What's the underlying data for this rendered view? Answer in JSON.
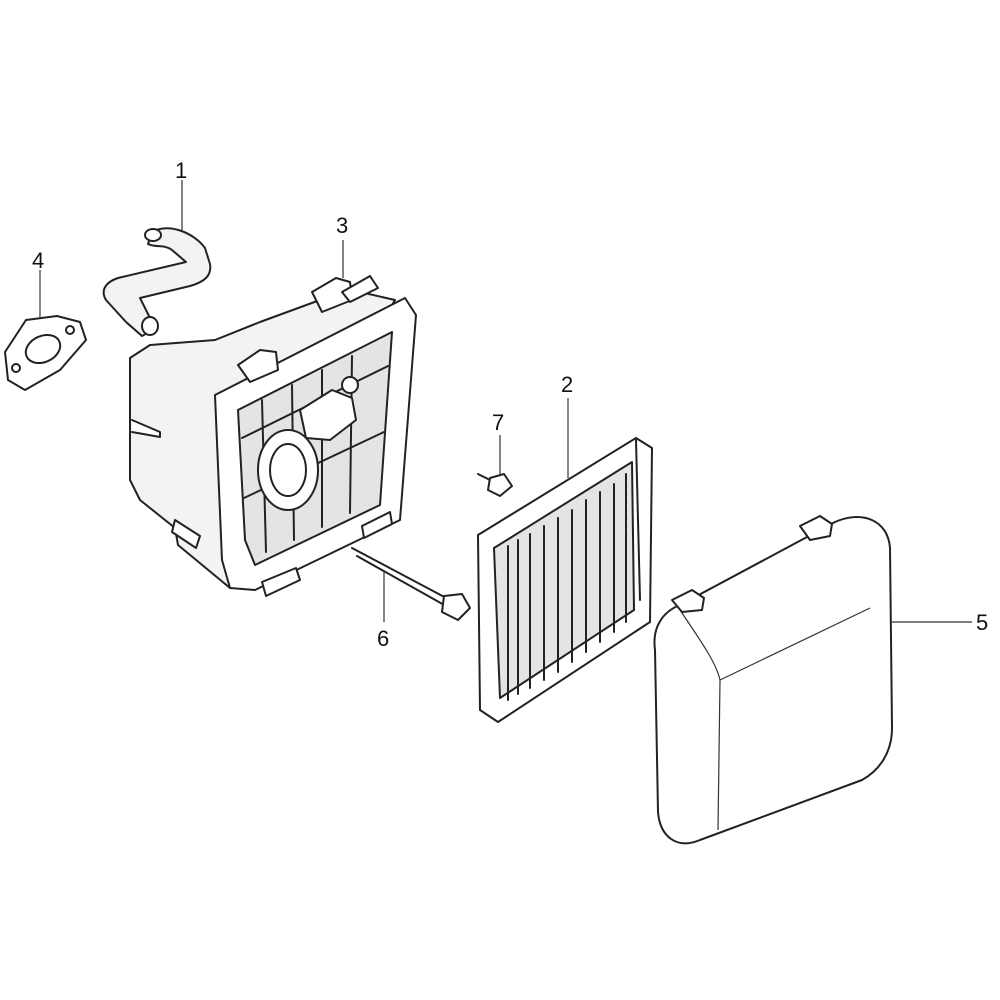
{
  "callouts": {
    "hose": "1",
    "filter": "2",
    "case": "3",
    "gasket": "4",
    "cover": "5",
    "long_bolt": "6",
    "short_bolt": "7"
  }
}
